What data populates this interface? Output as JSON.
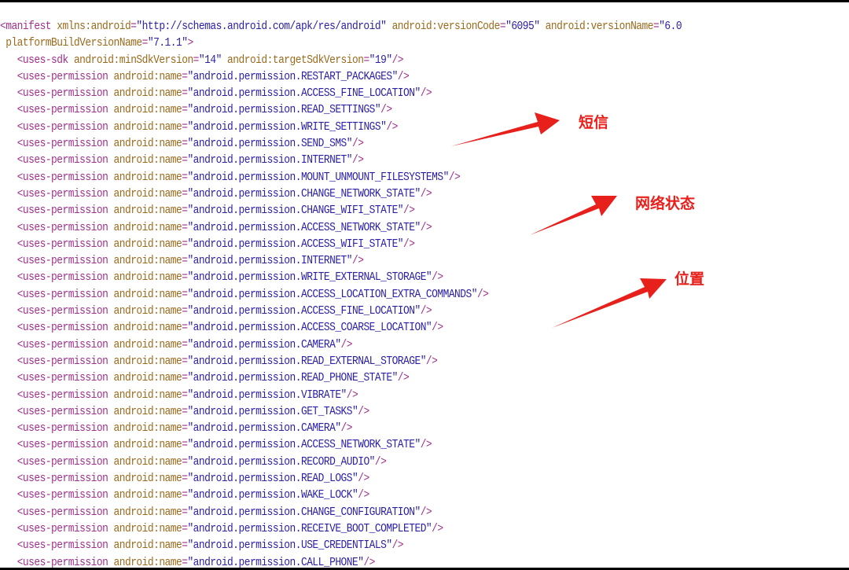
{
  "manifest": {
    "lines": [
      {
        "indent": "",
        "parts": [
          {
            "k": "t",
            "s": "<manifest "
          },
          {
            "k": "a",
            "s": "xmlns:android"
          },
          {
            "k": "t",
            "s": "="
          },
          {
            "k": "v",
            "s": "\"http://schemas.android.com/apk/res/android\""
          },
          {
            "k": "t",
            "s": " "
          },
          {
            "k": "a",
            "s": "android:versionCode"
          },
          {
            "k": "t",
            "s": "="
          },
          {
            "k": "v",
            "s": "\"6095\""
          },
          {
            "k": "t",
            "s": " "
          },
          {
            "k": "a",
            "s": "android:versionName"
          },
          {
            "k": "t",
            "s": "="
          },
          {
            "k": "v",
            "s": "\"6.0"
          }
        ]
      },
      {
        "indent": " ",
        "parts": [
          {
            "k": "a",
            "s": "platformBuildVersionName"
          },
          {
            "k": "t",
            "s": "="
          },
          {
            "k": "v",
            "s": "\"7.1.1\""
          },
          {
            "k": "t",
            "s": ">"
          }
        ]
      },
      {
        "indent": "   ",
        "parts": [
          {
            "k": "t",
            "s": "<uses-sdk "
          },
          {
            "k": "a",
            "s": "android:minSdkVersion"
          },
          {
            "k": "t",
            "s": "="
          },
          {
            "k": "v",
            "s": "\"14\""
          },
          {
            "k": "t",
            "s": " "
          },
          {
            "k": "a",
            "s": "android:targetSdkVersion"
          },
          {
            "k": "t",
            "s": "="
          },
          {
            "k": "v",
            "s": "\"19\""
          },
          {
            "k": "t",
            "s": "/>"
          }
        ]
      },
      {
        "perm": "android.permission.RESTART_PACKAGES"
      },
      {
        "perm": "android.permission.ACCESS_FINE_LOCATION"
      },
      {
        "perm": "android.permission.READ_SETTINGS"
      },
      {
        "perm": "android.permission.WRITE_SETTINGS"
      },
      {
        "perm": "android.permission.SEND_SMS"
      },
      {
        "perm": "android.permission.INTERNET"
      },
      {
        "perm": "android.permission.MOUNT_UNMOUNT_FILESYSTEMS"
      },
      {
        "perm": "android.permission.CHANGE_NETWORK_STATE"
      },
      {
        "perm": "android.permission.CHANGE_WIFI_STATE"
      },
      {
        "perm": "android.permission.ACCESS_NETWORK_STATE"
      },
      {
        "perm": "android.permission.ACCESS_WIFI_STATE"
      },
      {
        "perm": "android.permission.INTERNET"
      },
      {
        "perm": "android.permission.WRITE_EXTERNAL_STORAGE"
      },
      {
        "perm": "android.permission.ACCESS_LOCATION_EXTRA_COMMANDS"
      },
      {
        "perm": "android.permission.ACCESS_FINE_LOCATION"
      },
      {
        "perm": "android.permission.ACCESS_COARSE_LOCATION"
      },
      {
        "perm": "android.permission.CAMERA"
      },
      {
        "perm": "android.permission.READ_EXTERNAL_STORAGE"
      },
      {
        "perm": "android.permission.READ_PHONE_STATE"
      },
      {
        "perm": "android.permission.VIBRATE"
      },
      {
        "perm": "android.permission.GET_TASKS"
      },
      {
        "perm": "android.permission.CAMERA"
      },
      {
        "perm": "android.permission.ACCESS_NETWORK_STATE"
      },
      {
        "perm": "android.permission.RECORD_AUDIO"
      },
      {
        "perm": "android.permission.READ_LOGS"
      },
      {
        "perm": "android.permission.WAKE_LOCK"
      },
      {
        "perm": "android.permission.CHANGE_CONFIGURATION"
      },
      {
        "perm": "android.permission.RECEIVE_BOOT_COMPLETED"
      },
      {
        "perm": "android.permission.USE_CREDENTIALS"
      },
      {
        "perm": "android.permission.CALL_PHONE"
      }
    ],
    "uses_permission_tag": "<uses-permission ",
    "name_attr": "android:name",
    "equals": "=",
    "close": "/>"
  },
  "annotations": {
    "sms": "短信",
    "network_state": "网络状态",
    "location": "位置"
  },
  "colors": {
    "tag": "#a0308c",
    "attribute": "#9a6a1c",
    "value": "#2a20a8",
    "annotation": "#e8201c"
  }
}
